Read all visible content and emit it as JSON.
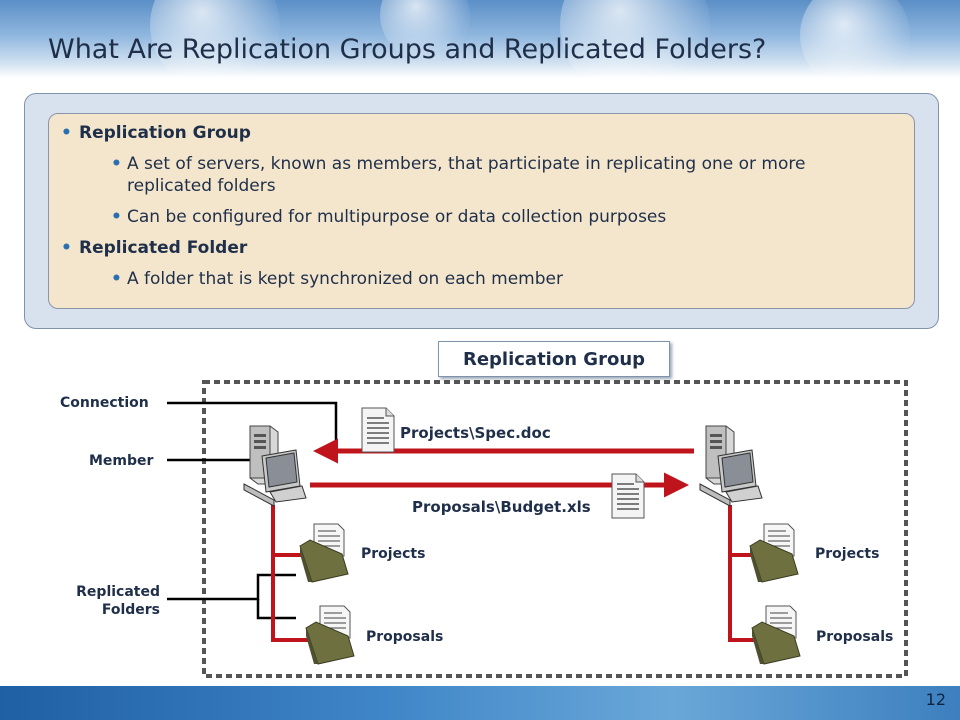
{
  "title": "What Are Replication Groups and Replicated Folders?",
  "bullets": [
    {
      "text": "Replication Group",
      "sub": [
        "A set of servers, known as members, that participate in replicating one or more replicated folders",
        "Can be configured for multipurpose or data collection purposes"
      ]
    },
    {
      "text": "Replicated Folder",
      "sub": [
        "A folder that is kept synchronized on each member"
      ]
    }
  ],
  "diagram": {
    "group_label": "Replication Group",
    "callouts": {
      "connection": "Connection",
      "member": "Member",
      "replicated_folders_1": "Replicated",
      "replicated_folders_2": "Folders"
    },
    "transfers": {
      "left_arrow_file": "Projects\\Spec.doc",
      "right_arrow_file": "Proposals\\Budget.xls"
    },
    "left_member": {
      "folders": [
        "Projects",
        "Proposals"
      ]
    },
    "right_member": {
      "folders": [
        "Projects",
        "Proposals"
      ]
    },
    "colors": {
      "connection_line": "#c0141c",
      "group_border": "#555555",
      "folder": "#7a7a44"
    },
    "icons": [
      "server-computer-icon",
      "document-icon",
      "folder-icon"
    ]
  },
  "slide_number": "12"
}
